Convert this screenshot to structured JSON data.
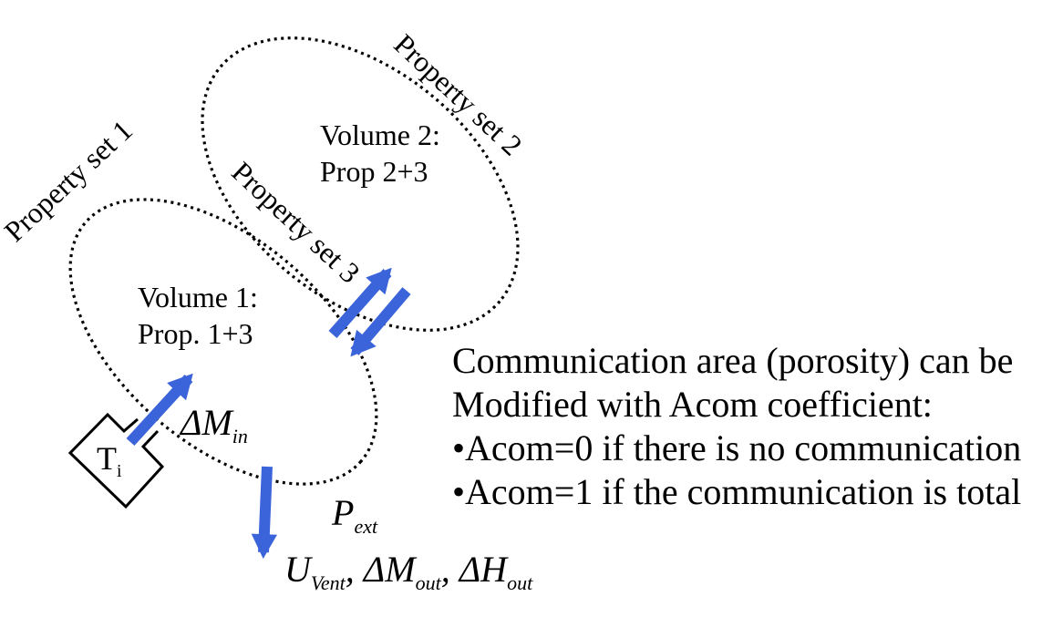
{
  "colors": {
    "arrow_blue": "#3c64da",
    "outline_black": "#000000",
    "background": "#ffffff"
  },
  "volume1": {
    "title": "Volume 1:",
    "subtitle": "Prop. 1+3",
    "property_label": "Property set 1"
  },
  "volume2": {
    "title": "Volume 2:",
    "subtitle": "Prop 2+3",
    "property_label": "Property set 2"
  },
  "overlap": {
    "property_label": "Property set 3"
  },
  "source_box": {
    "main": "T",
    "sub": "i"
  },
  "flows": {
    "inflow": {
      "main": "ΔM",
      "sub": "in"
    },
    "pressure": {
      "main": "P",
      "sub": "ext"
    },
    "outflow_parts": [
      {
        "main": "U",
        "sub": "Vent"
      },
      {
        "main": ", ΔM",
        "sub": "out"
      },
      {
        "main": ", ΔH",
        "sub": "out"
      }
    ]
  },
  "note": {
    "lines": [
      "Communication area (porosity) can be",
      "Modified with Acom coefficient:",
      "•Acom=0 if there is no communication",
      "•Acom=1 if the communication is total"
    ]
  }
}
